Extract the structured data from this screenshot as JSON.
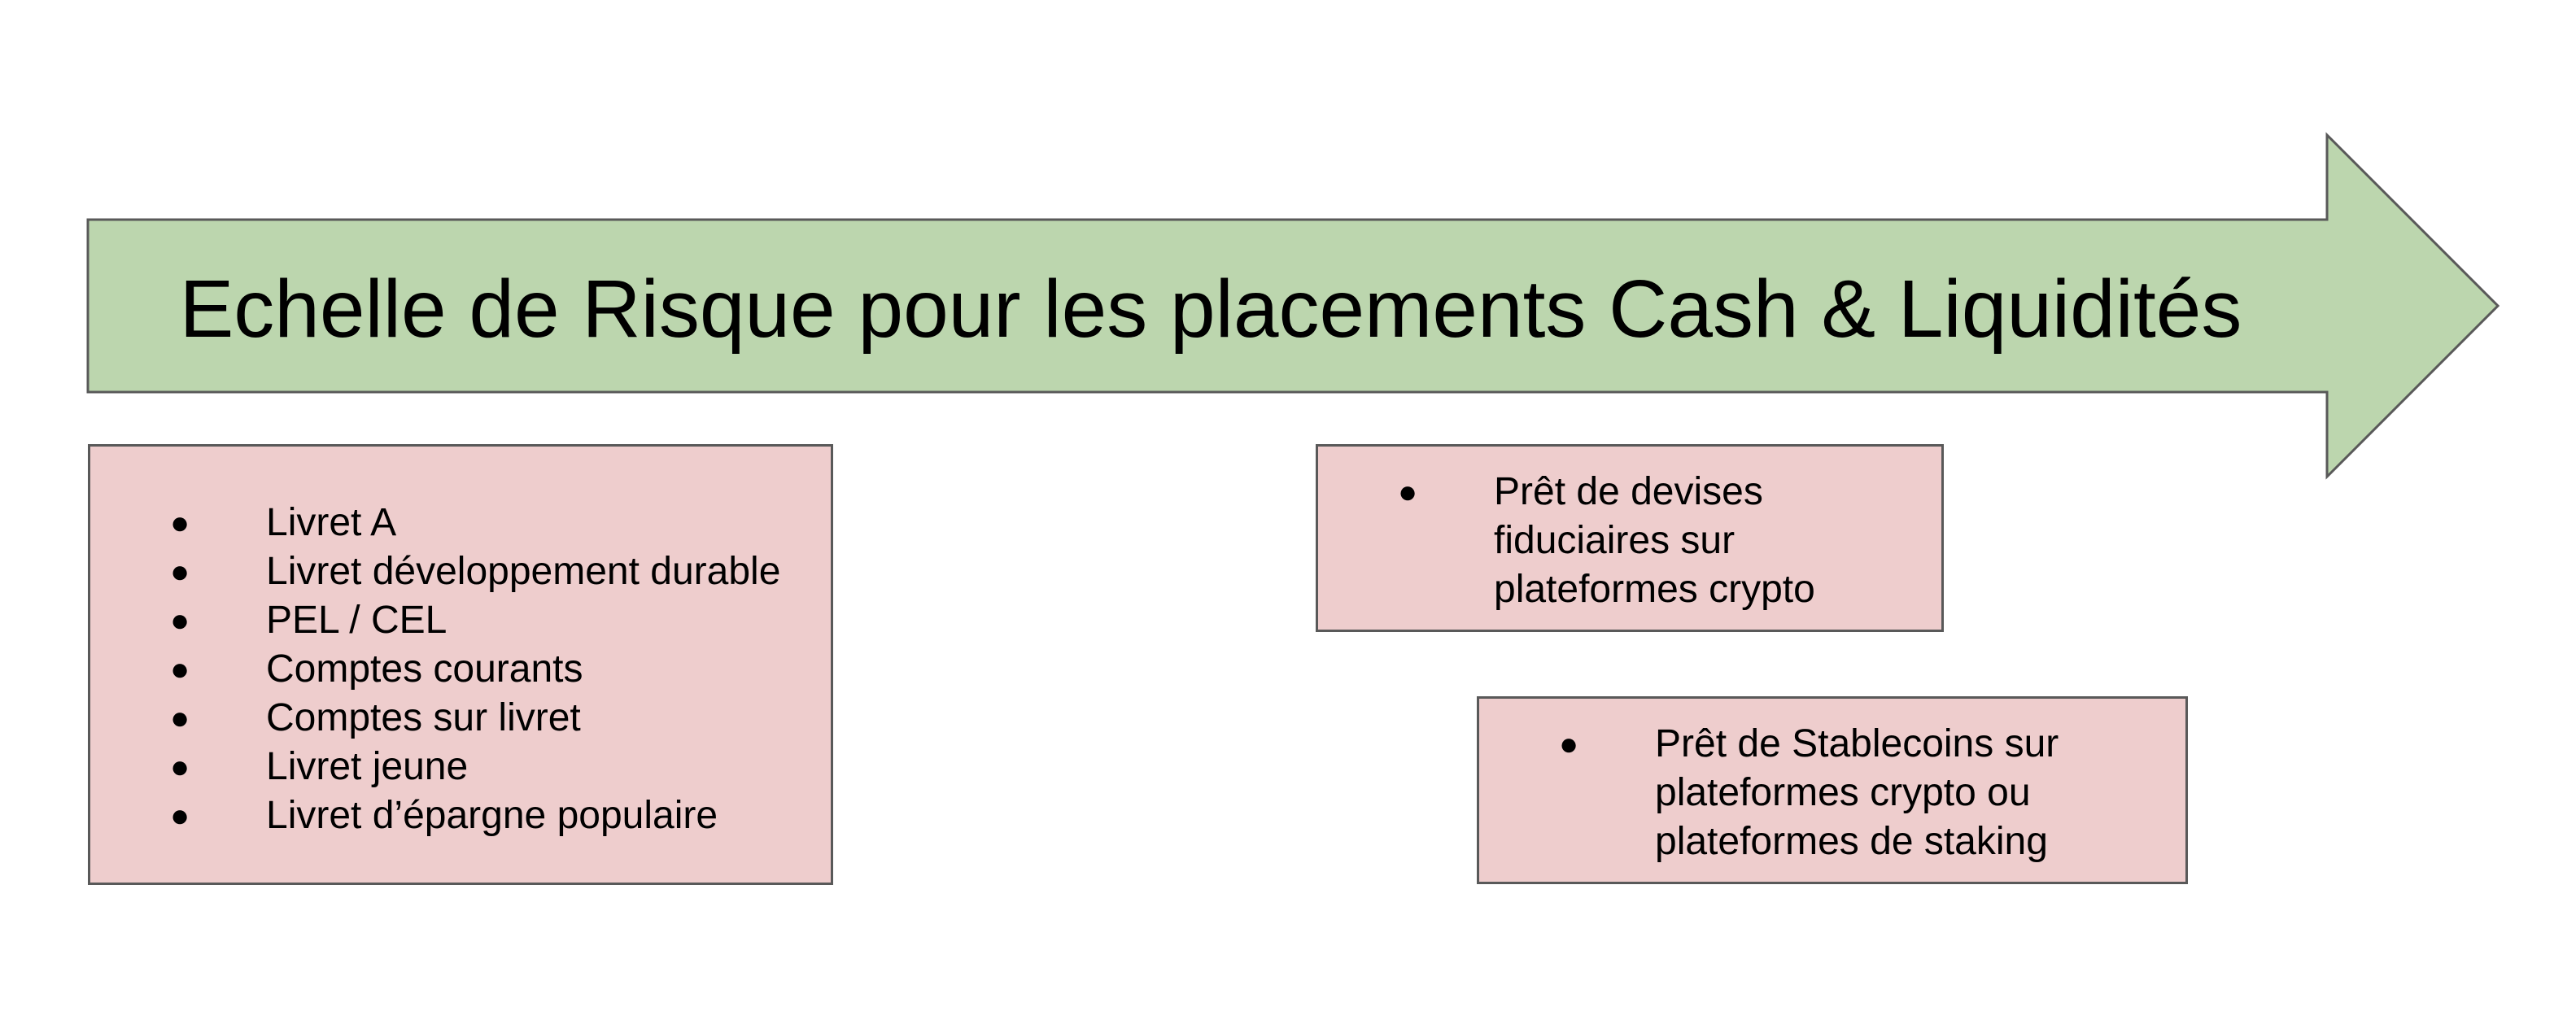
{
  "title": "Echelle de Risque pour les placements Cash & Liquidités",
  "colors": {
    "arrow_fill": "#bcd6ae",
    "box_fill": "#eecdcd",
    "outline": "#595959"
  },
  "bullet_glyph": "●",
  "boxes": [
    {
      "items": [
        "Livret A",
        "Livret développement durable",
        "PEL / CEL",
        "Comptes courants",
        "Comptes sur livret",
        "Livret jeune",
        "Livret d’épargne populaire"
      ]
    },
    {
      "items": [
        "Prêt de devises fiduciaires sur plateformes crypto"
      ]
    },
    {
      "items": [
        "Prêt de Stablecoins sur plateformes crypto ou plateformes de staking"
      ]
    }
  ]
}
